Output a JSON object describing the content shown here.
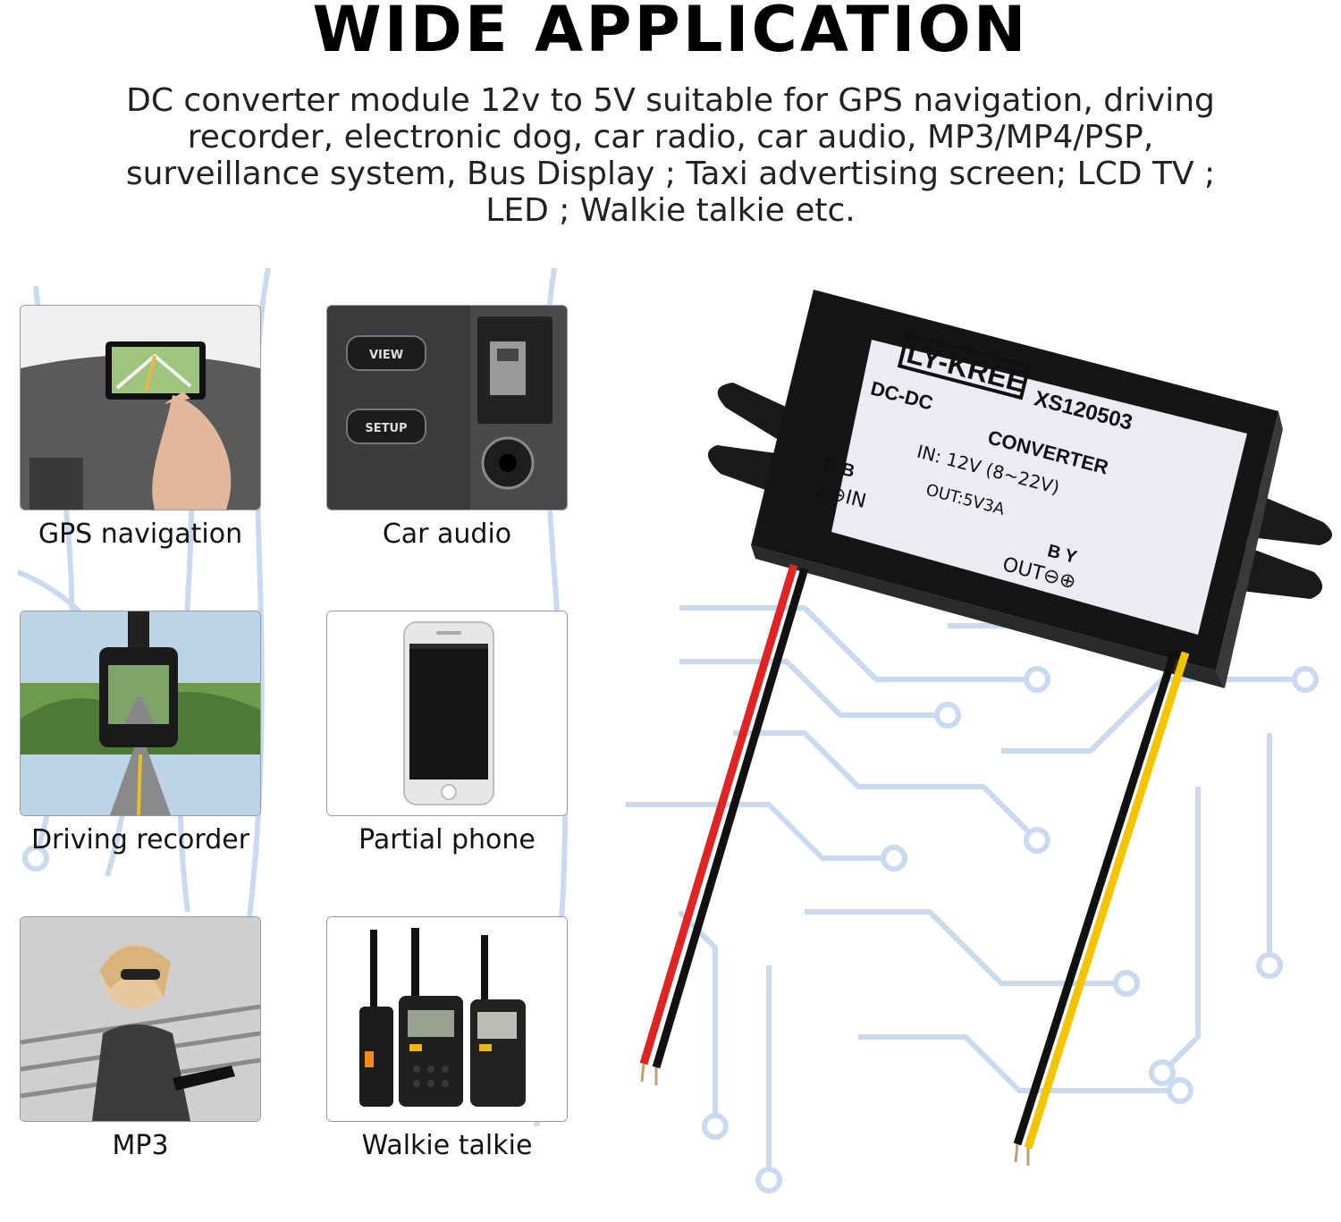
{
  "header": {
    "title": "WIDE APPLICATION",
    "description": "DC converter module 12v to 5V suitable for GPS navigation, driving recorder, electronic dog, car radio, car audio, MP3/MP4/PSP, surveillance system, Bus Display ; Taxi advertising screen; LCD TV ; LED ; Walkie talkie etc."
  },
  "applications": [
    {
      "label": "GPS navigation"
    },
    {
      "label": "Car audio",
      "buttons": [
        "VIEW",
        "SETUP"
      ]
    },
    {
      "label": "Driving recorder"
    },
    {
      "label": "Partial phone"
    },
    {
      "label": "MP3"
    },
    {
      "label": "Walkie talkie"
    }
  ],
  "product": {
    "brand": "LY-KREE",
    "model": "XS120503",
    "type_line1": "DC-DC",
    "type_line2": "CONVERTER",
    "input_spec": "IN: 12V (8~22V)",
    "output_spec": "OUT:5V3A",
    "in_wires": "R B",
    "in_label": "⊕⊖IN",
    "out_wires": "B Y",
    "out_label": "OUT⊖⊕",
    "wire_colors": {
      "red": "#e02424",
      "black": "#111111",
      "yellow": "#f5c400"
    }
  },
  "colors": {
    "circuit": "#c9daf0",
    "housing": "#151515",
    "label_bg": "#ecebf2"
  }
}
